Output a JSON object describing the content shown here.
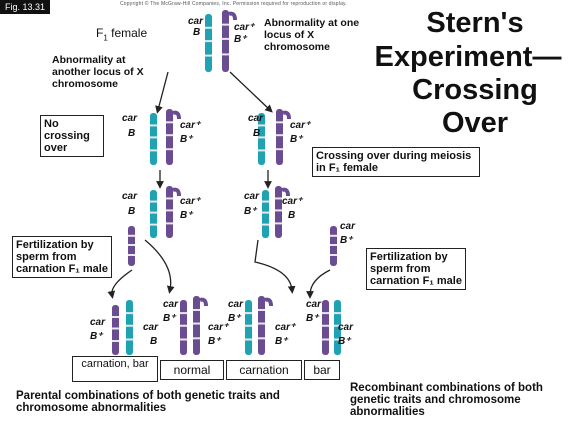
{
  "figure_label": "Fig. 13.31",
  "copyright": "Copyright © The McGraw-Hill Companies, Inc. Permission required for reproduction or display.",
  "title": {
    "line1": "Stern's",
    "line2": "Experiment—",
    "line3": "Crossing",
    "line4": "Over"
  },
  "top": {
    "female_label": "F",
    "female_sub": "1",
    "female_suffix": " female",
    "left_chrom": {
      "top": "car",
      "bottom": "B"
    },
    "right_chrom": {
      "top": "car⁺",
      "bottom": "B⁺"
    },
    "abn_other": "Abnormality at another locus of X chromosome",
    "abn_one": "Abnormality at one locus of X chromosome"
  },
  "left_branch": {
    "box": "No crossing over",
    "g1": {
      "a": "car",
      "b": "B",
      "c": "car⁺",
      "d": "B⁺"
    },
    "g2": {
      "a": "car",
      "b": "B",
      "c": "car⁺",
      "d": "B⁺"
    },
    "fert_box": "Fertilization by sperm from carnation F₁ male"
  },
  "right_branch": {
    "box": "Crossing over during meiosis in F₁ female",
    "g1": {
      "a": "car",
      "b": "B",
      "c": "car⁺",
      "d": "B⁺"
    },
    "g2": {
      "a": "car",
      "b": "B⁺",
      "c": "car⁺",
      "d": "B"
    },
    "g2_sperm": {
      "a": "car",
      "b": "B⁺"
    },
    "fert_box": "Fertilization by sperm from carnation F₁ male"
  },
  "offspring": [
    {
      "labels": [
        "car",
        "B⁺",
        "car",
        "B"
      ]
    },
    {
      "labels": [
        "car",
        "B⁺",
        "car⁺",
        "B⁺"
      ]
    },
    {
      "labels": [
        "car",
        "B⁺",
        "car⁺",
        "B⁺"
      ]
    },
    {
      "labels": [
        "car",
        "B⁺",
        "car",
        "B⁺"
      ]
    }
  ],
  "results": [
    "carnation, bar",
    "normal",
    "carnation",
    "bar"
  ],
  "parental_caption": "Parental combinations of both genetic traits and chromosome abnormalities",
  "recombinant_caption": "Recombinant combinations of both genetic traits and chromosome abnormalities",
  "colors": {
    "teal": "#1fa3b3",
    "purple": "#6a4c93",
    "band": "#e8e8e8"
  }
}
